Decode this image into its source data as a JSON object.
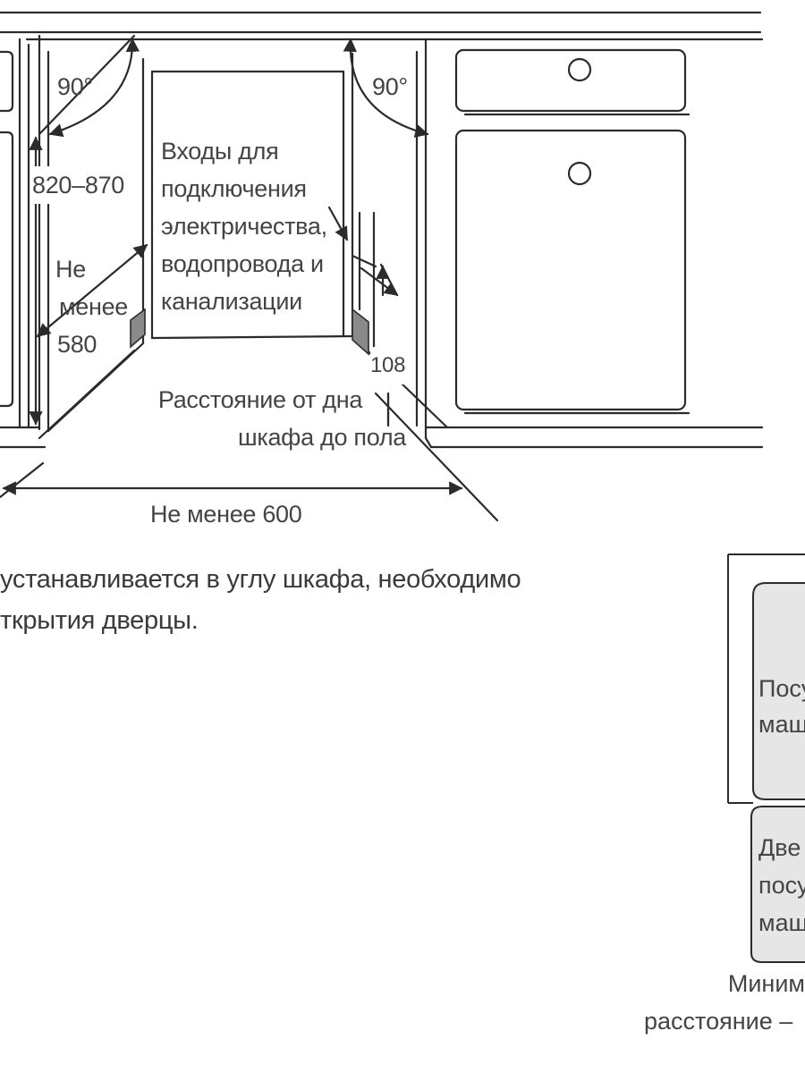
{
  "diagram": {
    "angle_left": "90°",
    "angle_right": "90°",
    "height_range": "820–870",
    "min_depth_lines": [
      "Не",
      "менее",
      "580"
    ],
    "inlets_lines": [
      "Входы для",
      "подключения",
      "электричества,",
      "водопровода и",
      "канализации"
    ],
    "dim_108": "108",
    "floor_gap_lines": [
      "Расстояние от дна",
      "шкафа до пола"
    ],
    "min_width": "Не менее 600"
  },
  "note": {
    "line1": "устанавливается в углу шкафа, необходимо",
    "line2": "ткрытия дверцы."
  },
  "inset": {
    "machine_lines": [
      "Посу",
      "маш"
    ],
    "door_lines": [
      "Две",
      "посу",
      "маш"
    ],
    "caption_lines": [
      "Миним",
      "расстояние –"
    ]
  },
  "colors": {
    "line": "#2b2b2b",
    "text": "#444444",
    "inset_fill": "#e6e6e6",
    "hatch_fill": "#8a8a8a"
  }
}
